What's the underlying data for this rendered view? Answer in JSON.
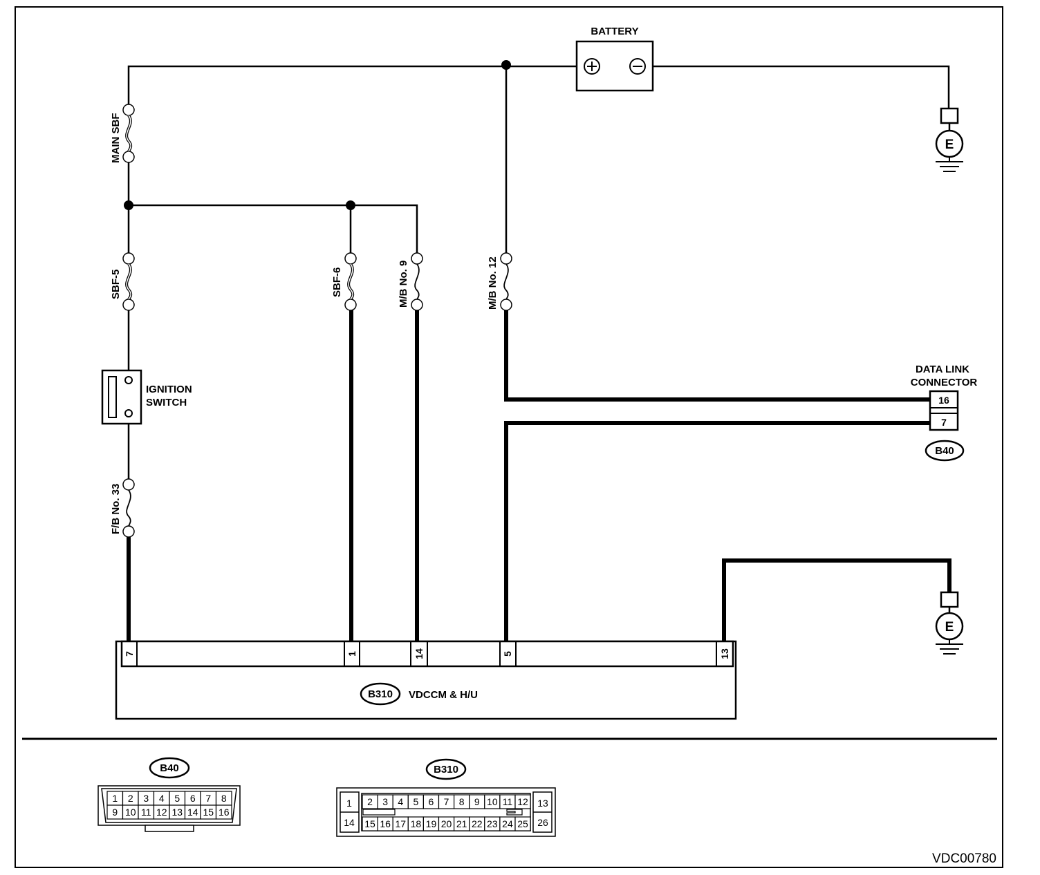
{
  "labels": {
    "battery": "BATTERY",
    "main_sbf": "MAIN SBF",
    "sbf5": "SBF-5",
    "sbf6": "SBF-6",
    "mb9": "M/B No. 9",
    "mb12": "M/B No. 12",
    "fb33": "F/B No. 33",
    "ignition_line1": "IGNITION",
    "ignition_line2": "SWITCH",
    "dlc_line1": "DATA LINK",
    "dlc_line2": "CONNECTOR",
    "ground": "E",
    "module_name": "VDCCM & H/U"
  },
  "connectors": {
    "b40": "B40",
    "b310": "B310"
  },
  "dlc_pins": [
    "16",
    "7"
  ],
  "module_pins": [
    "7",
    "1",
    "14",
    "5",
    "13"
  ],
  "b40_layout": {
    "top": [
      "1",
      "2",
      "3",
      "4",
      "5",
      "6",
      "7",
      "8"
    ],
    "bottom": [
      "9",
      "10",
      "11",
      "12",
      "13",
      "14",
      "15",
      "16"
    ]
  },
  "b310_layout": {
    "left": [
      "1",
      "14"
    ],
    "top": [
      "2",
      "3",
      "4",
      "5",
      "6",
      "7",
      "8",
      "9",
      "10",
      "11",
      "12"
    ],
    "bottom": [
      "15",
      "16",
      "17",
      "18",
      "19",
      "20",
      "21",
      "22",
      "23",
      "24",
      "25"
    ],
    "right": [
      "13",
      "26"
    ]
  },
  "diagram_code": "VDC00780"
}
